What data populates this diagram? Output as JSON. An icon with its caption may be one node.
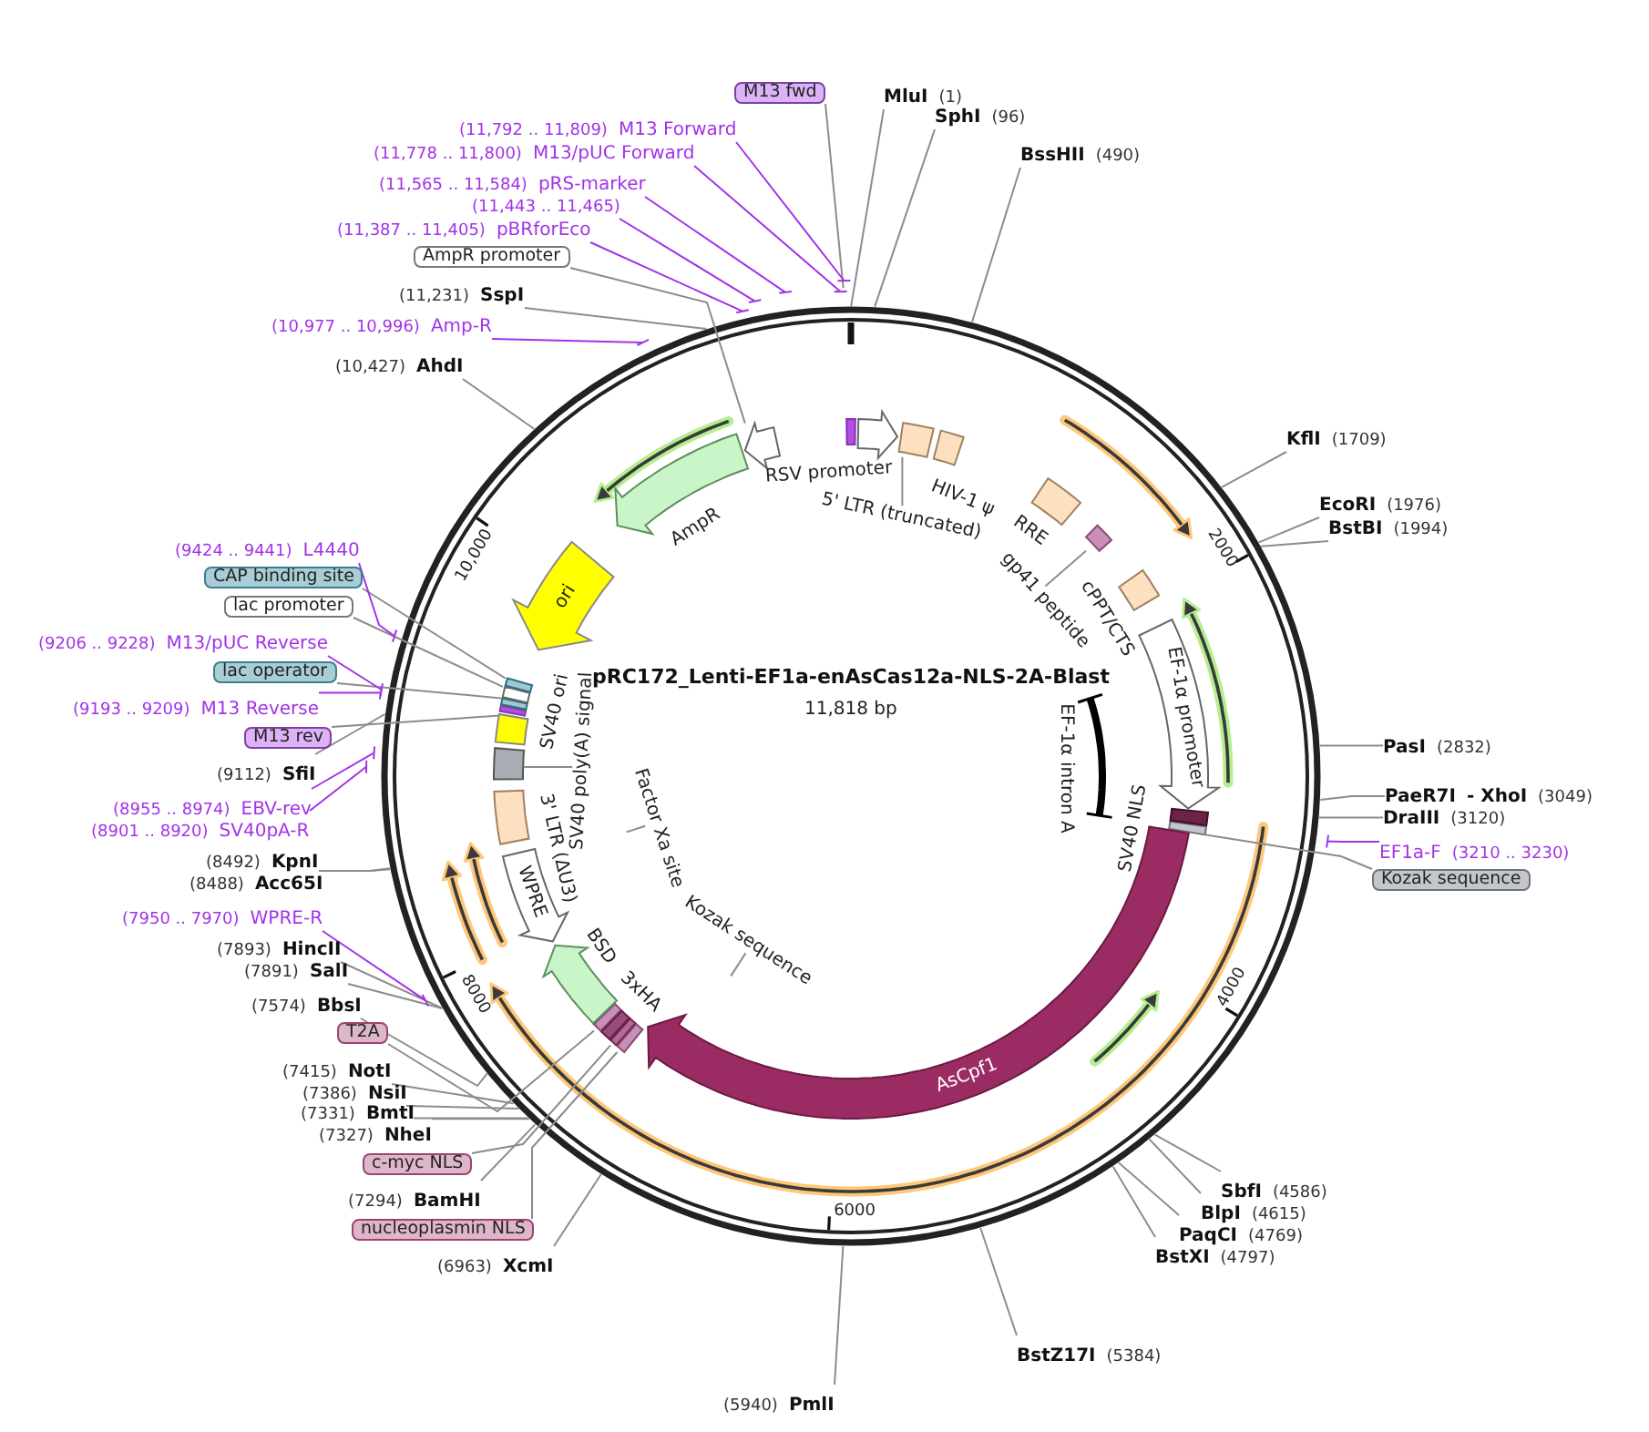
{
  "diagram": {
    "title": "pRC172_Lenti-EF1a-enAsCas12a-NLS-2A-Blast",
    "nodes": [
      {
        "text": [
          "M13 fwd"
        ]
      },
      {
        "text": [
          "MluI",
          "(1)"
        ]
      },
      {
        "text": [
          "SphI",
          "(96)"
        ]
      },
      {
        "text": [
          "BssHII",
          "(490)"
        ]
      },
      {
        "text": [
          "KflI",
          "(1709)"
        ]
      },
      {
        "text": [
          "EcoRI",
          "(1976)"
        ]
      },
      {
        "text": [
          "BstBI",
          "(1994)"
        ]
      },
      {
        "text": [
          "PasI",
          "(2832)"
        ]
      },
      {
        "text": [
          "PaeR7I",
          "- XhoI",
          "(3049)"
        ]
      },
      {
        "text": [
          "DraIII",
          "(3120)"
        ]
      },
      {
        "text": [
          "EF1a-F",
          "(3210 .. 3230)"
        ]
      },
      {
        "text": [
          "Kozak sequence"
        ]
      },
      {
        "text": [
          "SbfI",
          "(4586)"
        ]
      },
      {
        "text": [
          "BlpI",
          "(4615)"
        ]
      },
      {
        "text": [
          "PaqCI",
          "(4769)"
        ]
      },
      {
        "text": [
          "BstXI",
          "(4797)"
        ]
      },
      {
        "text": [
          "BstZ17I",
          "(5384)"
        ]
      },
      {
        "text": [
          "(5940)",
          "PmlI"
        ]
      },
      {
        "text": [
          "(6963)",
          "XcmI"
        ]
      },
      {
        "text": [
          "nucleoplasmin NLS"
        ]
      },
      {
        "text": [
          "(7294)",
          "BamHI"
        ]
      },
      {
        "text": [
          "c-myc NLS"
        ]
      },
      {
        "text": [
          "(7327)",
          "NheI"
        ]
      },
      {
        "text": [
          "(7331)",
          "BmtI"
        ]
      },
      {
        "text": [
          "(7386)",
          "NsiI"
        ]
      },
      {
        "text": [
          "(7415)",
          "NotI"
        ]
      },
      {
        "text": [
          "T2A"
        ]
      },
      {
        "text": [
          "(7574)",
          "BbsI"
        ]
      },
      {
        "text": [
          "(7891)",
          "SalI"
        ]
      },
      {
        "text": [
          "(7893)",
          "HincII"
        ]
      },
      {
        "text": [
          "(7950 .. 7970)",
          "WPRE-R"
        ]
      },
      {
        "text": [
          "(8488)",
          "Acc65I"
        ]
      },
      {
        "text": [
          "(8492)",
          "KpnI"
        ]
      },
      {
        "text": [
          "(8901 .. 8920)",
          "SV40pA-R"
        ]
      },
      {
        "text": [
          "(8955 .. 8974)",
          "EBV-rev"
        ]
      },
      {
        "text": [
          "(9112)",
          "SfiI"
        ]
      },
      {
        "text": [
          "M13 rev"
        ]
      },
      {
        "text": [
          "(9193 .. 9209)",
          "M13 Reverse"
        ]
      },
      {
        "text": [
          "lac operator"
        ]
      },
      {
        "text": [
          "(9206 .. 9228)",
          "M13/pUC Reverse"
        ]
      },
      {
        "text": [
          "lac promoter"
        ]
      },
      {
        "text": [
          "CAP binding site"
        ]
      },
      {
        "text": [
          "(9424 .. 9441)",
          "L4440"
        ]
      },
      {
        "text": [
          "(10,427)",
          "AhdI"
        ]
      },
      {
        "text": [
          "(10,977 .. 10,996)",
          "Amp-R"
        ]
      },
      {
        "text": [
          "(11,231)",
          "SspI"
        ]
      },
      {
        "text": [
          "AmpR promoter"
        ]
      },
      {
        "text": [
          "(11,387 .. 11,405)",
          "pBRforEco"
        ]
      },
      {
        "text": [
          "(11,443 .. 11,465)"
        ]
      },
      {
        "text": [
          "(11,565 .. 11,584)",
          "pRS-marker"
        ]
      },
      {
        "text": [
          "(11,778 .. 11,800)",
          "M13/pUC Forward"
        ]
      },
      {
        "text": [
          "(11,792 .. 11,809)",
          "M13 Forward"
        ]
      },
      {
        "text": [
          "5' LTR (truncated)"
        ]
      },
      {
        "text": [
          "gp41 peptide"
        ]
      },
      {
        "text": [
          "EF-1α promoter"
        ]
      },
      {
        "text": [
          "AsCpf1"
        ]
      },
      {
        "text": [
          "Kozak sequence"
        ]
      },
      {
        "text": [
          "WPRE"
        ]
      },
      {
        "text": [
          "Factor Xa site"
        ]
      },
      {
        "text": [
          "SV40 poly(A) signal"
        ]
      },
      {
        "text": [
          "ori"
        ]
      },
      {
        "text": [],
        "shape": "box"
      },
      {
        "text": [],
        "shape": "box"
      },
      {
        "text": [],
        "shape": "box"
      },
      {
        "text": [],
        "shape": "box"
      },
      {
        "text": [],
        "shape": "box"
      },
      {
        "text": [],
        "shape": "box"
      },
      {
        "text": [],
        "shape": "box"
      },
      {
        "text": [],
        "shape": "box"
      },
      {
        "text": [],
        "shape": "box"
      },
      {
        "text": [],
        "shape": "box"
      },
      {
        "text": [],
        "shape": "box"
      },
      {
        "text": [],
        "shape": "box"
      },
      {
        "text": [
          "RSV promoter"
        ]
      },
      {
        "text": [
          "HIV-1 ψ"
        ]
      },
      {
        "text": [
          "RRE"
        ]
      },
      {
        "text": [
          "cPPT/CTS"
        ]
      },
      {
        "text": [
          "SV40 NLS"
        ]
      },
      {
        "text": [
          "3xHA"
        ]
      },
      {
        "text": [
          "BSD"
        ]
      },
      {
        "text": [
          "3' LTR (ΔU3)"
        ]
      },
      {
        "text": [
          "SV40 ori"
        ]
      },
      {
        "text": [
          "AmpR"
        ]
      }
    ],
    "edges": [
      {
        "from": 0,
        "to": null,
        "arrow": "none"
      },
      {
        "from": 1,
        "to": null,
        "arrow": "none"
      },
      {
        "from": 2,
        "to": null,
        "arrow": "none"
      },
      {
        "from": 3,
        "to": null,
        "arrow": "none"
      },
      {
        "from": 4,
        "to": null,
        "arrow": "none"
      },
      {
        "from": 5,
        "to": null,
        "arrow": "none"
      },
      {
        "from": 6,
        "to": null,
        "arrow": "none"
      },
      {
        "from": 7,
        "to": null,
        "arrow": "none"
      },
      {
        "from": 8,
        "to": null,
        "arrow": "none"
      },
      {
        "from": 9,
        "to": null,
        "arrow": "none"
      },
      {
        "from": 10,
        "to": null,
        "arrow": "none",
        "color": "#a233e8"
      },
      {
        "from": 11,
        "to": 61,
        "arrow": "none"
      },
      {
        "from": 12,
        "to": null,
        "arrow": "none"
      },
      {
        "from": 13,
        "to": null,
        "arrow": "none"
      },
      {
        "from": 14,
        "to": null,
        "arrow": "none"
      },
      {
        "from": 15,
        "to": null,
        "arrow": "none"
      },
      {
        "from": 16,
        "to": null,
        "arrow": "none"
      },
      {
        "from": 17,
        "to": null,
        "arrow": "none"
      },
      {
        "from": 18,
        "to": null,
        "arrow": "none"
      },
      {
        "from": 19,
        "to": 62,
        "arrow": "none"
      },
      {
        "from": 20,
        "to": null,
        "arrow": "none"
      },
      {
        "from": 21,
        "to": 63,
        "arrow": "none"
      },
      {
        "from": 22,
        "to": null,
        "arrow": "none"
      },
      {
        "from": 23,
        "to": null,
        "arrow": "none"
      },
      {
        "from": 24,
        "to": null,
        "arrow": "none"
      },
      {
        "from": 25,
        "to": null,
        "arrow": "none"
      },
      {
        "from": 26,
        "to": 64,
        "arrow": "none"
      },
      {
        "from": 27,
        "to": null,
        "arrow": "none"
      },
      {
        "from": 28,
        "to": null,
        "arrow": "none"
      },
      {
        "from": 29,
        "to": null,
        "arrow": "none"
      },
      {
        "from": 30,
        "to": null,
        "arrow": "none",
        "color": "#a233e8"
      },
      {
        "from": 31,
        "to": null,
        "arrow": "none"
      },
      {
        "from": 32,
        "to": null,
        "arrow": "none"
      },
      {
        "from": 33,
        "to": null,
        "arrow": "none",
        "color": "#a233e8"
      },
      {
        "from": 34,
        "to": null,
        "arrow": "none",
        "color": "#a233e8"
      },
      {
        "from": 35,
        "to": null,
        "arrow": "none"
      },
      {
        "from": 36,
        "to": 65,
        "arrow": "none"
      },
      {
        "from": 37,
        "to": null,
        "arrow": "none",
        "color": "#a233e8"
      },
      {
        "from": 38,
        "to": 66,
        "arrow": "none"
      },
      {
        "from": 39,
        "to": null,
        "arrow": "none",
        "color": "#a233e8"
      },
      {
        "from": 40,
        "to": 67,
        "arrow": "none"
      },
      {
        "from": 41,
        "to": 68,
        "arrow": "none"
      },
      {
        "from": 42,
        "to": null,
        "arrow": "none",
        "color": "#a233e8"
      },
      {
        "from": 43,
        "to": null,
        "arrow": "none"
      },
      {
        "from": 44,
        "to": null,
        "arrow": "none",
        "color": "#a233e8"
      },
      {
        "from": 45,
        "to": null,
        "arrow": "none"
      },
      {
        "from": 46,
        "to": 69,
        "arrow": "none"
      },
      {
        "from": 47,
        "to": null,
        "arrow": "none",
        "color": "#a233e8"
      },
      {
        "from": 48,
        "to": null,
        "arrow": "none",
        "color": "#a233e8"
      },
      {
        "from": 49,
        "to": null,
        "arrow": "none",
        "color": "#a233e8"
      },
      {
        "from": 50,
        "to": null,
        "arrow": "none",
        "color": "#a233e8"
      },
      {
        "from": 51,
        "to": null,
        "arrow": "none",
        "color": "#a233e8"
      },
      {
        "from": 52,
        "to": 70,
        "arrow": "none"
      },
      {
        "from": 53,
        "to": 71,
        "arrow": "none"
      },
      {
        "from": 56,
        "to": null,
        "arrow": "none"
      },
      {
        "from": 58,
        "to": null,
        "arrow": "none"
      },
      {
        "from": 59,
        "to": 72,
        "arrow": "none"
      }
    ],
    "labels": [
      "EF-1α intron A",
      "11,818 bp",
      "2000",
      "4000",
      "6000",
      "8000",
      "10,000"
    ]
  }
}
